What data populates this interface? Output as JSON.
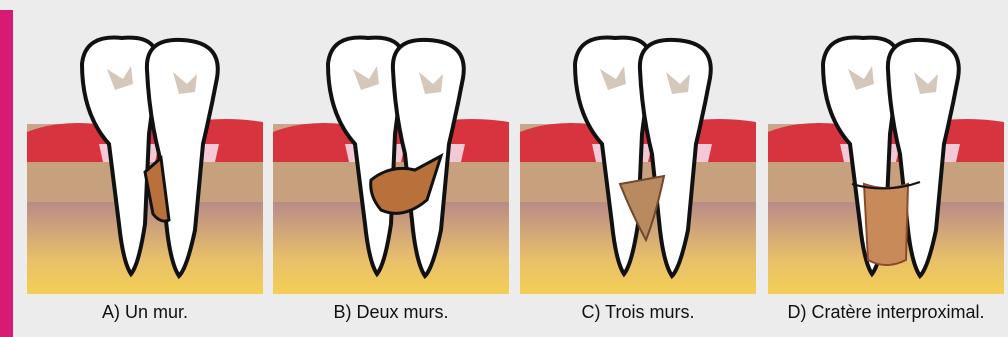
{
  "panels": [
    {
      "id": "a",
      "caption": "A) Un mur."
    },
    {
      "id": "b",
      "caption": "B) Deux murs."
    },
    {
      "id": "c",
      "caption": "C) Trois murs."
    },
    {
      "id": "d",
      "caption": "D) Cratère interproximal."
    }
  ],
  "colors": {
    "accent": "#d81b72",
    "gingiva": "#d8343f",
    "bone": "#c7a07e",
    "enamel": "#ffffff",
    "defect": "#b9713c"
  }
}
